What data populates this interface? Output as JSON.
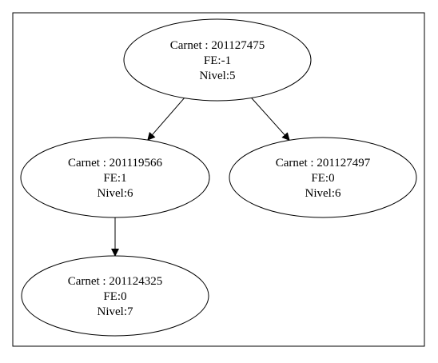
{
  "graph": {
    "nodes": [
      {
        "id": "n201127475",
        "lines": [
          "Carnet : 201127475",
          "FE:-1",
          "Nivel:5"
        ]
      },
      {
        "id": "n201119566",
        "lines": [
          "Carnet : 201119566",
          "FE:1",
          "Nivel:6"
        ]
      },
      {
        "id": "n201127497",
        "lines": [
          "Carnet : 201127497",
          "FE:0",
          "Nivel:6"
        ]
      },
      {
        "id": "n201124325",
        "lines": [
          "Carnet : 201124325",
          "FE:0",
          "Nivel:7"
        ]
      }
    ],
    "edges": [
      {
        "from": "n201127475",
        "to": "n201119566"
      },
      {
        "from": "n201127475",
        "to": "n201127497"
      },
      {
        "from": "n201119566",
        "to": "n201124325"
      }
    ]
  }
}
